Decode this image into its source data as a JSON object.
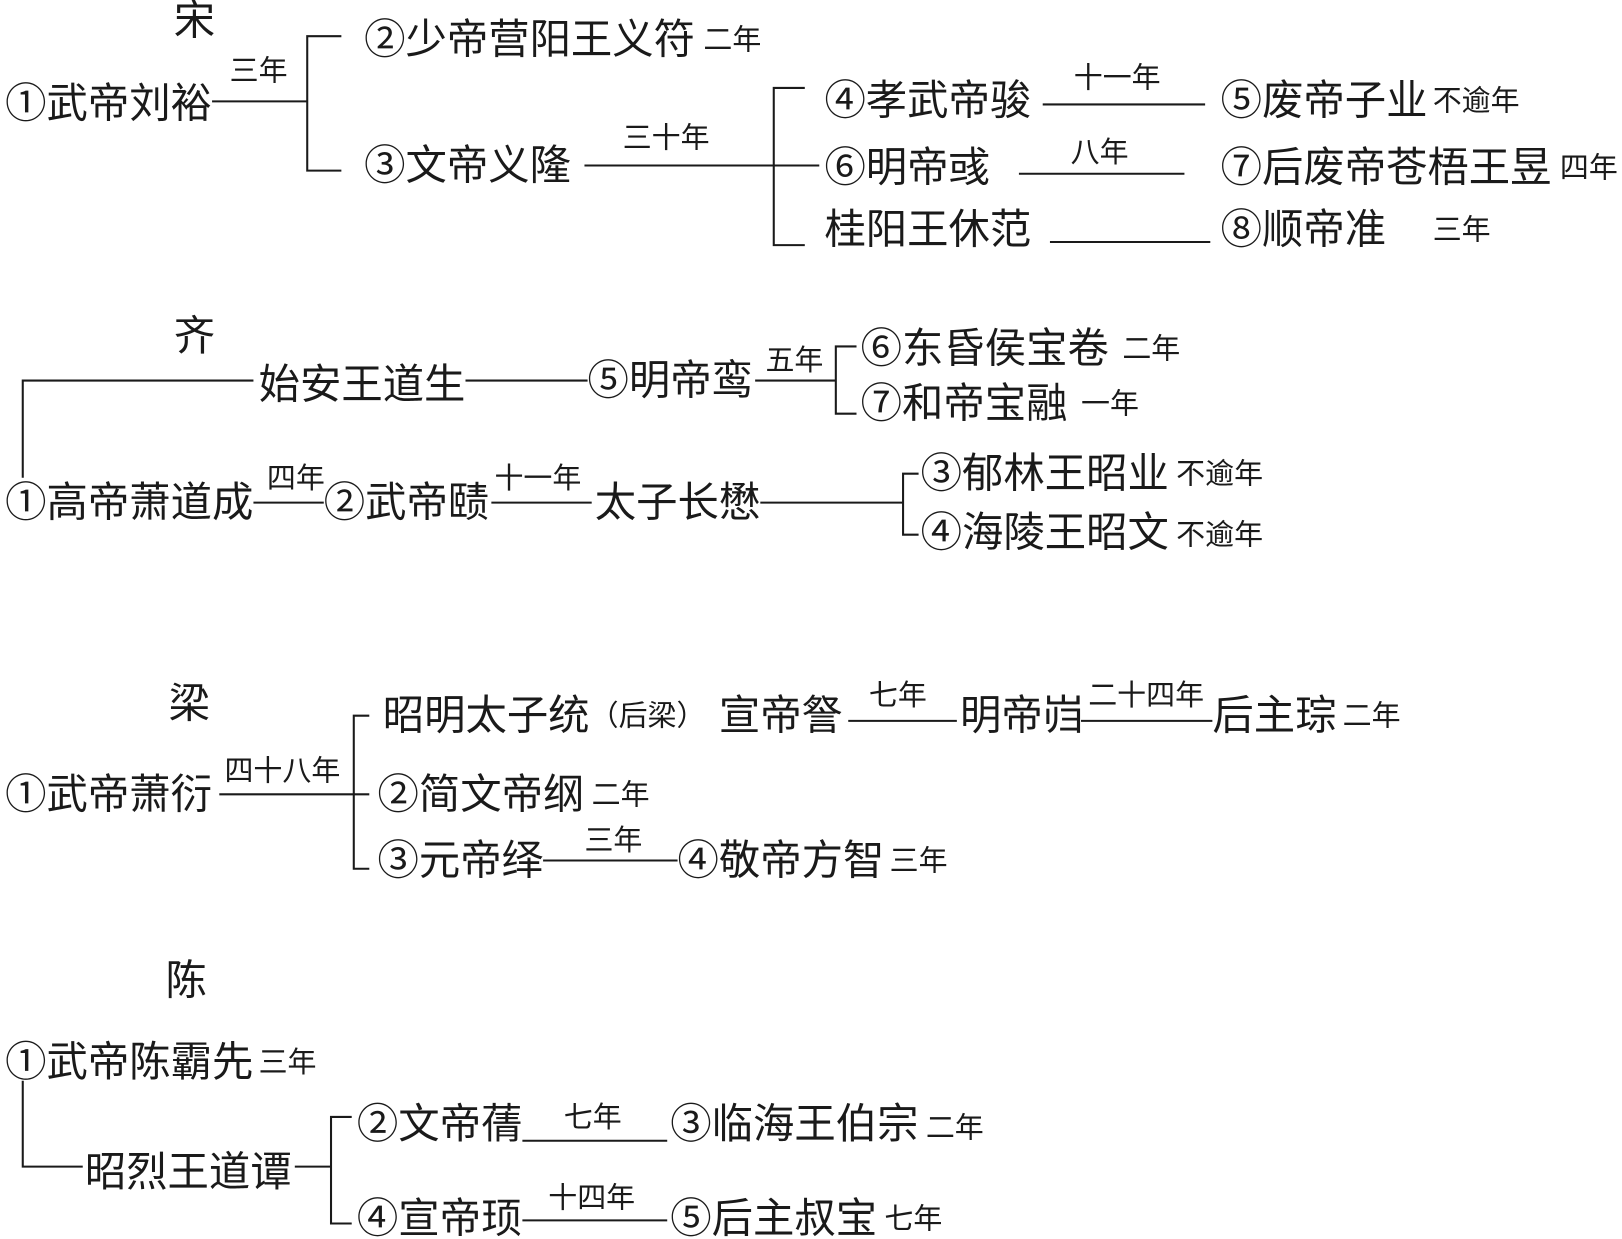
{
  "colors": {
    "ink": "#1a1a1a",
    "background": "#ffffff"
  },
  "song": {
    "title": "宋",
    "wudi": {
      "name": "①武帝刘裕",
      "reign": "三年"
    },
    "shaodi": {
      "name": "②少帝营阳王义符",
      "reign": "二年"
    },
    "wendi": {
      "name": "③文帝义隆",
      "reign": "三十年"
    },
    "xiaowudi": {
      "name": "④孝武帝骏",
      "reign": "十一年"
    },
    "feidi": {
      "name": "⑤废帝子业",
      "reign": "不逾年"
    },
    "mingdi": {
      "name": "⑥明帝彧",
      "reign": "八年"
    },
    "houfeidi": {
      "name": "⑦后废帝苍梧王昱",
      "reign": "四年"
    },
    "guiyang": {
      "name": "桂阳王休范"
    },
    "shundi": {
      "name": "⑧顺帝准",
      "reign": "三年"
    }
  },
  "qi": {
    "title": "齐",
    "shian": {
      "name": "始安王道生"
    },
    "mingdi": {
      "name": "⑤明帝鸾",
      "reign": "五年"
    },
    "donghun": {
      "name": "⑥东昏侯宝卷",
      "reign": "二年"
    },
    "hedi": {
      "name": "⑦和帝宝融",
      "reign": "一年"
    },
    "gaodi": {
      "name": "①高帝萧道成",
      "reign": "四年"
    },
    "wudi": {
      "name": "②武帝赜",
      "reign": "十一年"
    },
    "taizi": {
      "name": "太子长懋"
    },
    "yulin": {
      "name": "③郁林王昭业",
      "reign": "不逾年"
    },
    "hailing": {
      "name": "④海陵王昭文",
      "reign": "不逾年"
    }
  },
  "liang": {
    "title": "梁",
    "wudi": {
      "name": "①武帝萧衍",
      "reign": "四十八年"
    },
    "zhaoming": {
      "name": "昭明太子统"
    },
    "houliang_note": "（后梁）",
    "xuandi": {
      "name": "宣帝詧",
      "reign": "七年"
    },
    "mingdi": {
      "name": "明帝岿",
      "reign": "二十四年"
    },
    "houzhu": {
      "name": "后主琮",
      "reign": "二年"
    },
    "jianwen": {
      "name": "②简文帝纲",
      "reign": "二年"
    },
    "yuandi": {
      "name": "③元帝绎",
      "reign": "三年"
    },
    "jingdi": {
      "name": "④敬帝方智",
      "reign": "三年"
    }
  },
  "chen": {
    "title": "陈",
    "wudi": {
      "name": "①武帝陈霸先",
      "reign": "三年"
    },
    "zhaolie": {
      "name": "昭烈王道谭"
    },
    "wendi": {
      "name": "②文帝蒨",
      "reign": "七年"
    },
    "linhai": {
      "name": "③临海王伯宗",
      "reign": "二年"
    },
    "xuandi": {
      "name": "④宣帝顼",
      "reign": "十四年"
    },
    "houzhu": {
      "name": "⑤后主叔宝",
      "reign": "七年"
    }
  }
}
